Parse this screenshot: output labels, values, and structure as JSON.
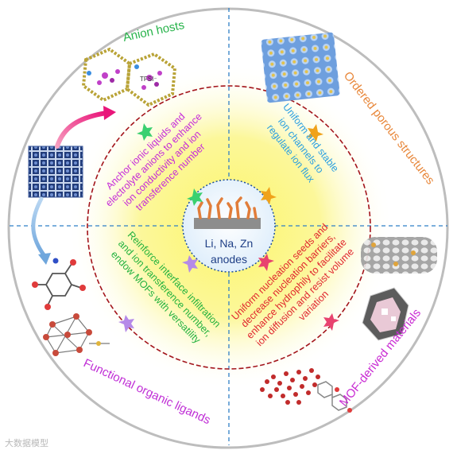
{
  "center": {
    "line1": "Li, Na, Zn",
    "line2": "anodes"
  },
  "quadrants": {
    "top_left": {
      "title": "Anion hosts",
      "title_color": "#27b34a",
      "inner_lines": [
        "Anchor ionic liquids and",
        "electrolyte anions to enhance",
        "ion conductivity and ion",
        "transference number"
      ],
      "inner_color": "#c52bd9",
      "structure_label": "TFSI⁻"
    },
    "top_right": {
      "title": "Ordered porous structures",
      "title_color": "#e8873a",
      "inner_lines": [
        "Uniform and stable",
        "ion channels to",
        "regulate ion flux"
      ],
      "inner_color": "#2a9fe0"
    },
    "bottom_left": {
      "title": "Functional organic ligands",
      "title_color": "#c02fd6",
      "inner_lines": [
        "Reinforce interface infiltration",
        "and ion transference number,",
        "endow MOFs with versatility"
      ],
      "inner_color": "#23b23f"
    },
    "bottom_right": {
      "title": "MOF-derived materials",
      "title_color": "#c92bd3",
      "inner_lines": [
        "Uniform nucleation seeds and",
        "decrease nucleation barriers,",
        "enhance hydrophily to facilitate",
        "ion diffusion and resist volume",
        "variation"
      ],
      "inner_color": "#e0262e"
    }
  },
  "colors": {
    "outer_ring": "#bdbdbd",
    "dashed_circle": "#a3151c",
    "divider": "#2f7fc6",
    "glow": "#fbf46e"
  },
  "watermark": "大数据模型"
}
